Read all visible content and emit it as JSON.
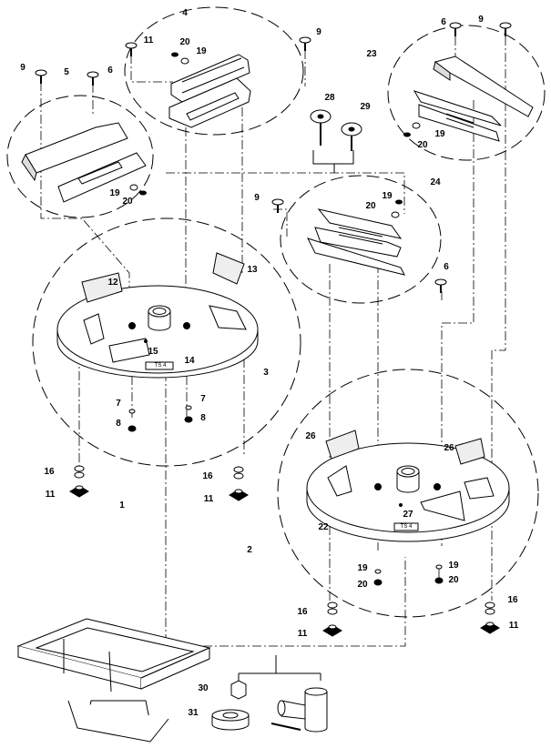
{
  "tags": {
    "a": "TS 4",
    "b": "TS 4"
  },
  "labels": [
    {
      "id": "l1",
      "text": "1"
    },
    {
      "id": "l2",
      "text": "2"
    },
    {
      "id": "l3",
      "text": "3"
    },
    {
      "id": "l4",
      "text": "4"
    },
    {
      "id": "l5",
      "text": "5"
    },
    {
      "id": "l6a",
      "text": "6"
    },
    {
      "id": "l6b",
      "text": "6"
    },
    {
      "id": "l6c",
      "text": "6"
    },
    {
      "id": "l7a",
      "text": "7"
    },
    {
      "id": "l7b",
      "text": "7"
    },
    {
      "id": "l8a",
      "text": "8"
    },
    {
      "id": "l8b",
      "text": "8"
    },
    {
      "id": "l9a",
      "text": "9"
    },
    {
      "id": "l9b",
      "text": "9"
    },
    {
      "id": "l9c",
      "text": "9"
    },
    {
      "id": "l9d",
      "text": "9"
    },
    {
      "id": "l11a",
      "text": "11"
    },
    {
      "id": "l11b",
      "text": "11"
    },
    {
      "id": "l11c",
      "text": "11"
    },
    {
      "id": "l11d",
      "text": "11"
    },
    {
      "id": "l11e",
      "text": "11"
    },
    {
      "id": "l12",
      "text": "12"
    },
    {
      "id": "l13",
      "text": "13"
    },
    {
      "id": "l14",
      "text": "14"
    },
    {
      "id": "l15",
      "text": "15"
    },
    {
      "id": "l16a",
      "text": "16"
    },
    {
      "id": "l16b",
      "text": "16"
    },
    {
      "id": "l16c",
      "text": "16"
    },
    {
      "id": "l16d",
      "text": "16"
    },
    {
      "id": "l19a",
      "text": "19"
    },
    {
      "id": "l19b",
      "text": "19"
    },
    {
      "id": "l19c",
      "text": "19"
    },
    {
      "id": "l19d",
      "text": "19"
    },
    {
      "id": "l19e",
      "text": "19"
    },
    {
      "id": "l19f",
      "text": "19"
    },
    {
      "id": "l20a",
      "text": "20"
    },
    {
      "id": "l20b",
      "text": "20"
    },
    {
      "id": "l20c",
      "text": "20"
    },
    {
      "id": "l20d",
      "text": "20"
    },
    {
      "id": "l20e",
      "text": "20"
    },
    {
      "id": "l20f",
      "text": "20"
    },
    {
      "id": "l22",
      "text": "22"
    },
    {
      "id": "l23",
      "text": "23"
    },
    {
      "id": "l24",
      "text": "24"
    },
    {
      "id": "l26a",
      "text": "26"
    },
    {
      "id": "l26b",
      "text": "26"
    },
    {
      "id": "l27",
      "text": "27"
    },
    {
      "id": "l28",
      "text": "28"
    },
    {
      "id": "l29",
      "text": "29"
    },
    {
      "id": "l30",
      "text": "30"
    },
    {
      "id": "l31",
      "text": "31"
    }
  ]
}
